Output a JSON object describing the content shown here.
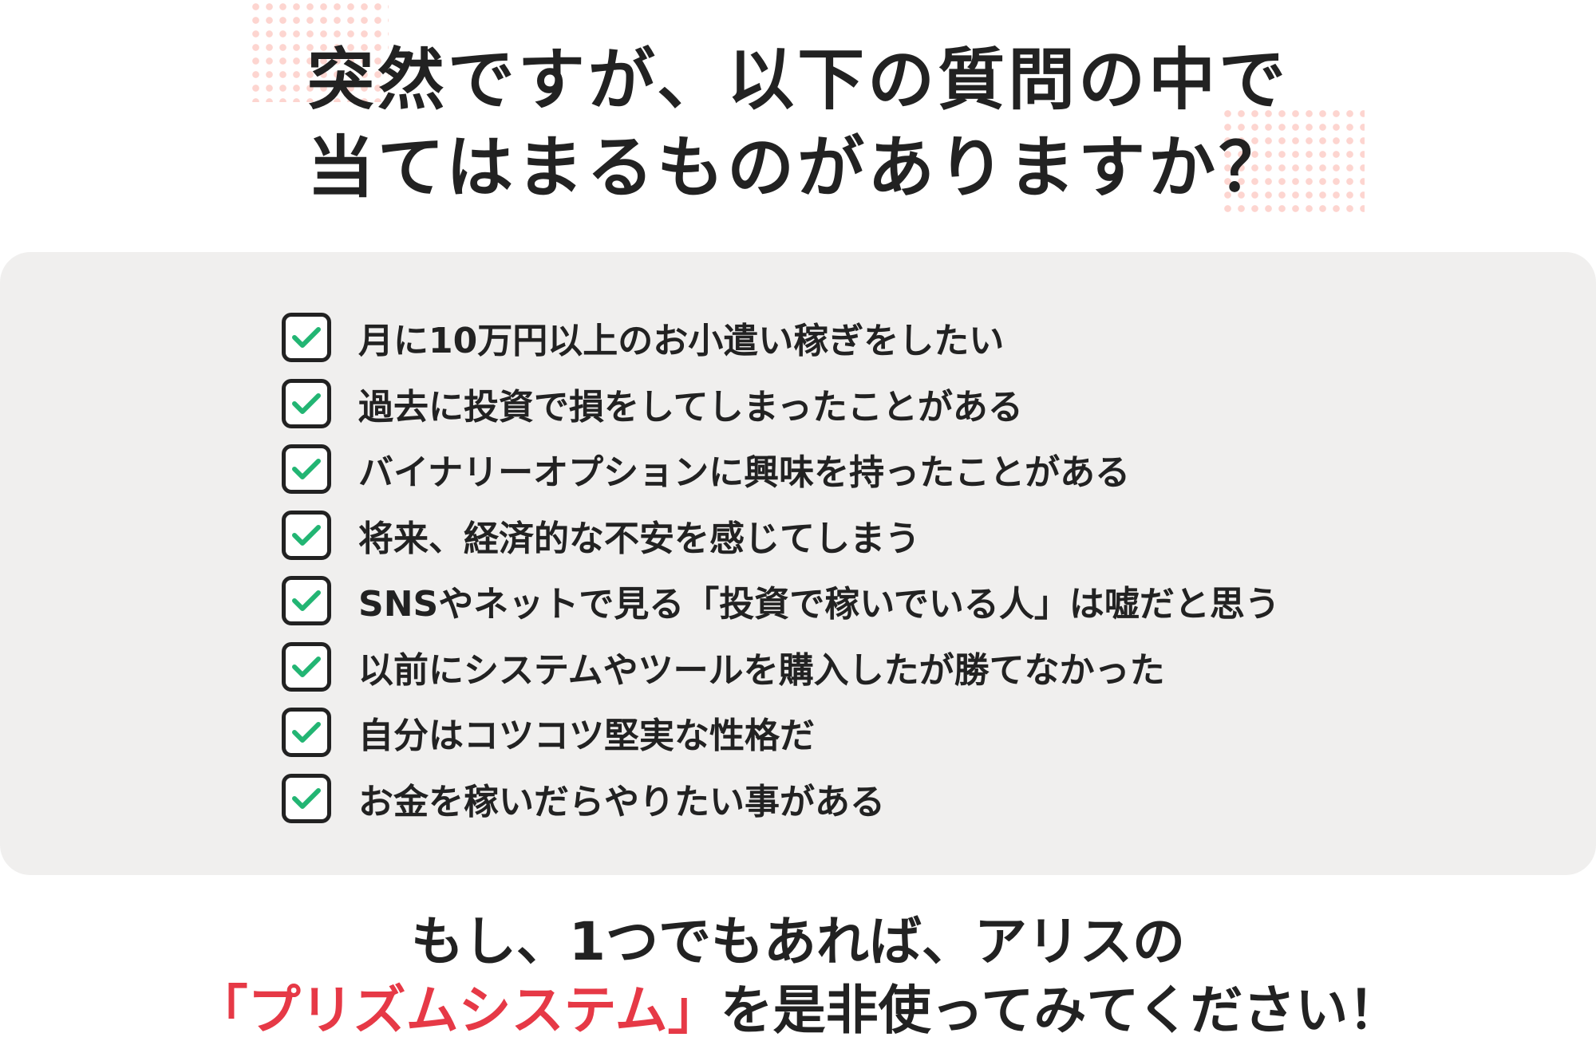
{
  "heading": {
    "line1": "突然ですが、以下の質問の中で",
    "line2": "当てはまるものがありますか？"
  },
  "checklist": [
    "月に10万円以上のお小遣い稼ぎをしたい",
    "過去に投資で損をしてしまったことがある",
    "バイナリーオプションに興味を持ったことがある",
    "将来、経済的な不安を感じてしまう",
    "SNSやネットで見る「投資で稼いでいる人」は嘘だと思う",
    "以前にシステムやツールを購入したが勝てなかった",
    "自分はコツコツ堅実な性格だ",
    "お金を稼いだらやりたい事がある"
  ],
  "footer": {
    "line1": "もし、1つでもあれば、アリスの",
    "highlight": "「プリズムシステム」",
    "line2_rest": "を是非使ってみてください！"
  },
  "colors": {
    "accent": "#e63946",
    "check": "#22b573",
    "panel": "#f0efee",
    "dots": "#fdd5d0"
  },
  "icons": {
    "check": "checkmark-icon"
  }
}
